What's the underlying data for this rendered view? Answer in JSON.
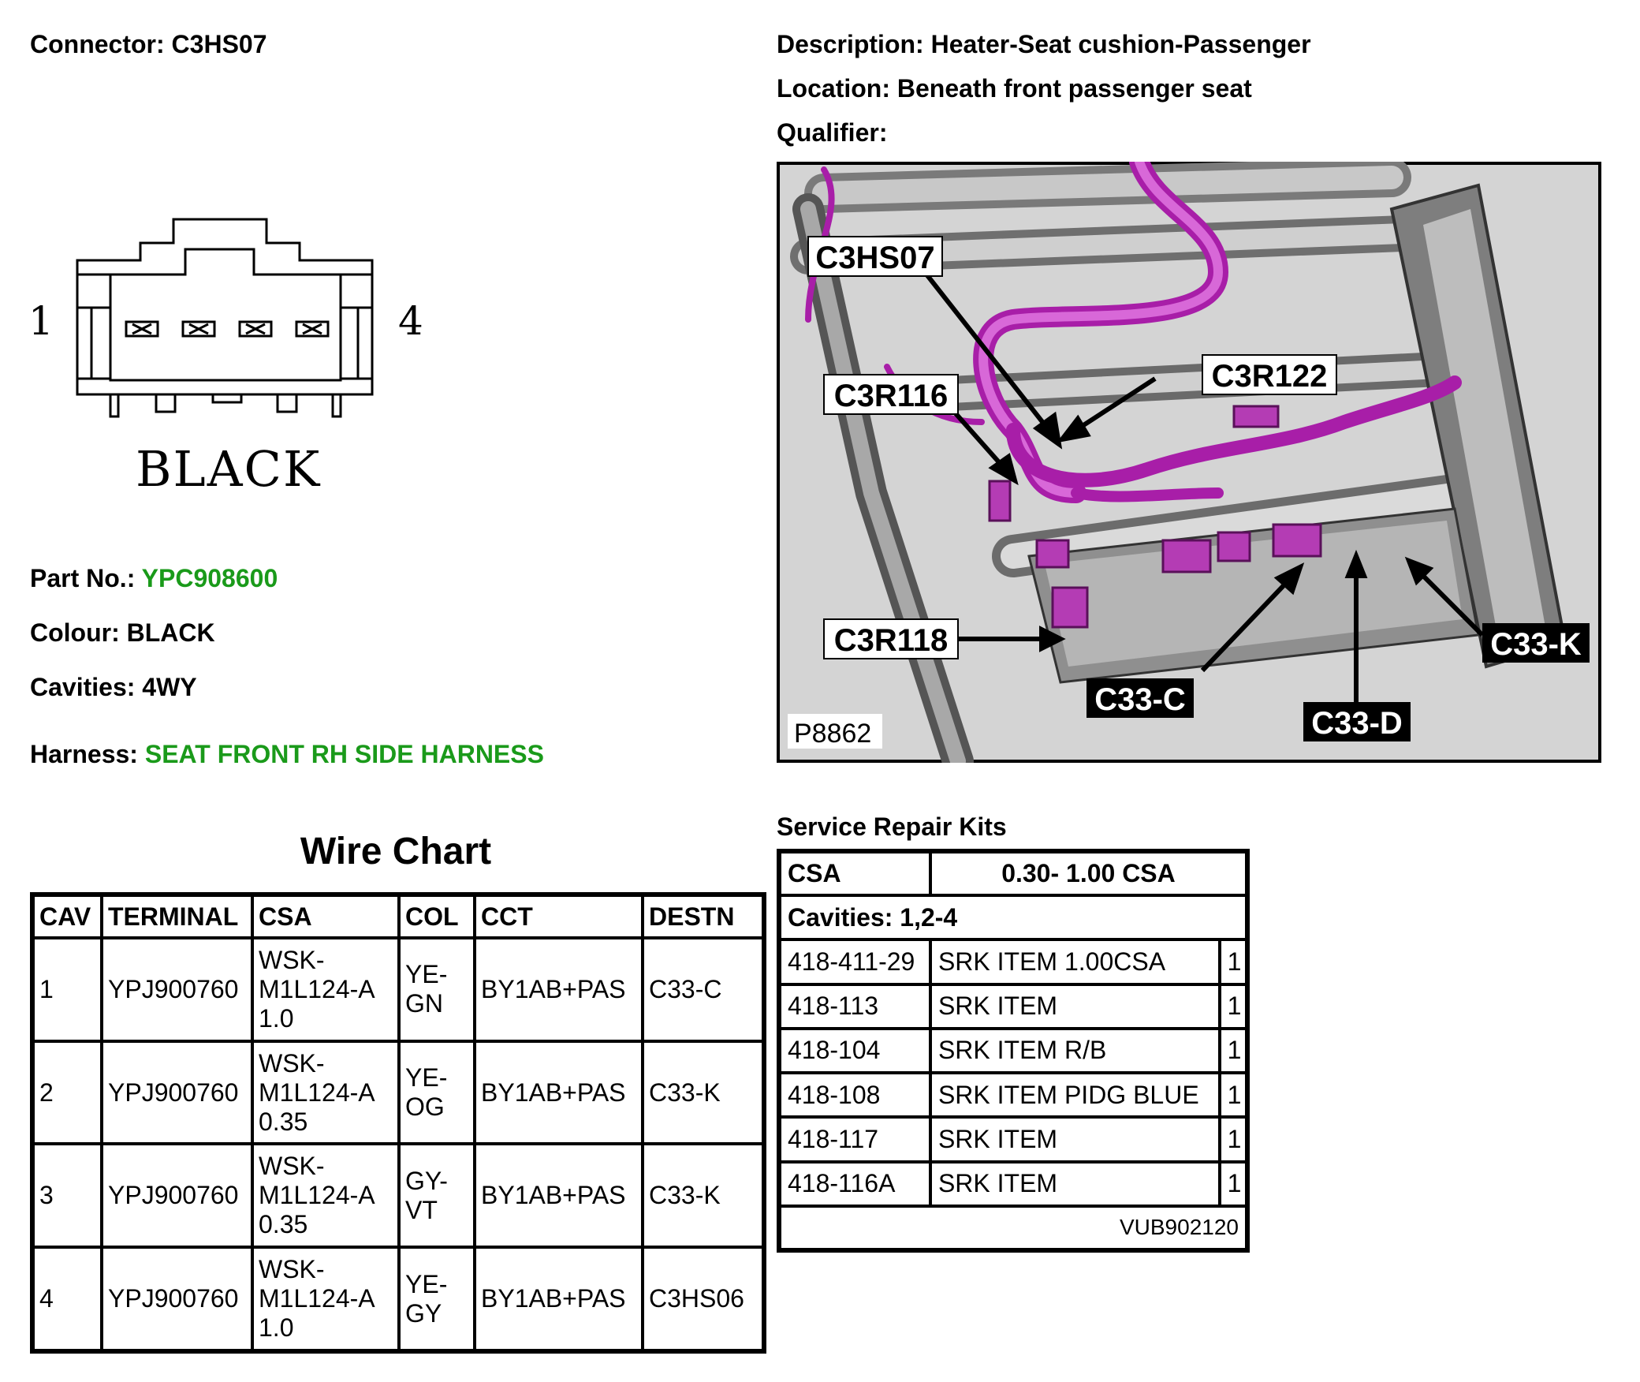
{
  "connector": {
    "label": "Connector:",
    "value": "C3HS07"
  },
  "description": {
    "label": "Description:",
    "value": "Heater-Seat cushion-Passenger"
  },
  "location": {
    "label": "Location:",
    "value": "Beneath front passenger seat"
  },
  "qualifier": {
    "label": "Qualifier:",
    "value": ""
  },
  "diagram": {
    "pin_left": "1",
    "pin_right": "4",
    "colour_label": "BLACK"
  },
  "part_no": {
    "label": "Part No.:",
    "value": "YPC908600"
  },
  "colour": {
    "label": "Colour:",
    "value": "BLACK"
  },
  "cavities": {
    "label": "Cavities:",
    "value": "4WY"
  },
  "harness": {
    "label": "Harness:",
    "value": "SEAT FRONT RH SIDE HARNESS"
  },
  "photo": {
    "ref": "P8862",
    "callouts": [
      "C3HS07",
      "C3R122",
      "C3R116",
      "C3R118",
      "C33-K",
      "C33-C",
      "C33-D"
    ]
  },
  "wire_chart": {
    "title": "Wire Chart",
    "headers": [
      "CAV",
      "TERMINAL",
      "CSA",
      "COL",
      "CCT",
      "DESTN"
    ],
    "rows": [
      {
        "cav": "1",
        "terminal": "YPJ900760",
        "csa": [
          "WSK-",
          "M1L124-A",
          "1.0"
        ],
        "col": [
          "YE-",
          "GN"
        ],
        "cct": "BY1AB+PAS",
        "destn": "C33-C"
      },
      {
        "cav": "2",
        "terminal": "YPJ900760",
        "csa": [
          "WSK-",
          "M1L124-A",
          "0.35"
        ],
        "col": [
          "YE-",
          "OG"
        ],
        "cct": "BY1AB+PAS",
        "destn": "C33-K"
      },
      {
        "cav": "3",
        "terminal": "YPJ900760",
        "csa": [
          "WSK-",
          "M1L124-A",
          "0.35"
        ],
        "col": [
          "GY-",
          "VT"
        ],
        "cct": "BY1AB+PAS",
        "destn": "C33-K"
      },
      {
        "cav": "4",
        "terminal": "YPJ900760",
        "csa": [
          "WSK-",
          "M1L124-A",
          "1.0"
        ],
        "col": [
          "YE-",
          "GY"
        ],
        "cct": "BY1AB+PAS",
        "destn": "C3HS06"
      }
    ]
  },
  "service_kits": {
    "title": "Service Repair Kits",
    "csa_label": "CSA",
    "csa_range": "0.30- 1.00 CSA",
    "cavities": "Cavities: 1,2-4",
    "items": [
      {
        "part": "418-411-29",
        "desc": "SRK ITEM 1.00CSA",
        "qty": "1"
      },
      {
        "part": "418-113",
        "desc": "SRK ITEM",
        "qty": "1"
      },
      {
        "part": "418-104",
        "desc": "SRK ITEM R/B",
        "qty": "1"
      },
      {
        "part": "418-108",
        "desc": "SRK ITEM PIDG BLUE",
        "qty": "1"
      },
      {
        "part": "418-117",
        "desc": "SRK ITEM",
        "qty": "1"
      },
      {
        "part": "418-116A",
        "desc": "SRK ITEM",
        "qty": "1"
      }
    ],
    "footer": "VUB902120"
  }
}
